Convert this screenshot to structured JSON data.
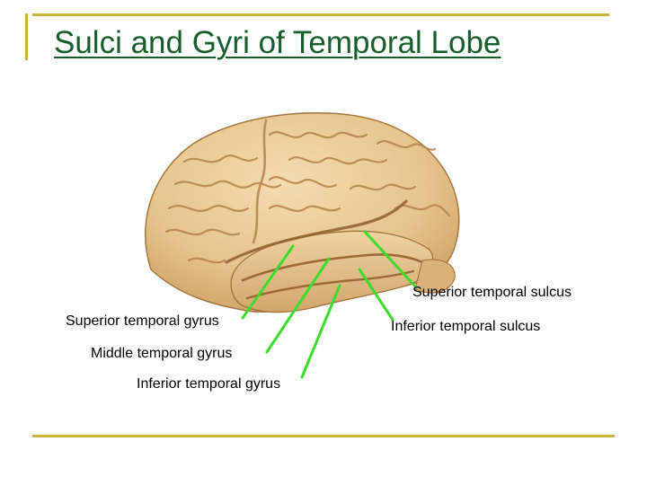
{
  "slide": {
    "title": "Sulci and Gyri of Temporal Lobe"
  },
  "colors": {
    "title": "#175e2c",
    "rule": "#c8b43c",
    "pointer": "#3ddc2c",
    "brain_base": "#e8c994",
    "brain_shadow": "#b98a52"
  },
  "labels": {
    "superior_temporal_sulcus": "Superior temporal sulcus",
    "superior_temporal_gyrus": "Superior temporal gyrus",
    "inferior_temporal_sulcus": "Inferior temporal sulcus",
    "middle_temporal_gyrus": "Middle temporal gyrus",
    "inferior_temporal_gyrus": "Inferior temporal gyrus"
  }
}
